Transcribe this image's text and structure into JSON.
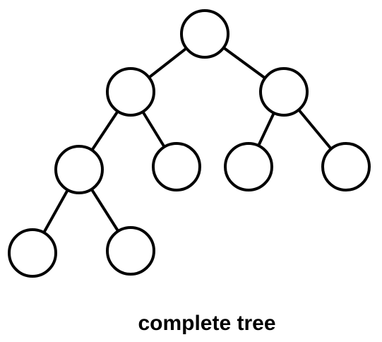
{
  "caption": "complete tree",
  "colors": {
    "stroke": "#000000",
    "node_fill": "#ffffff",
    "background": "#ffffff"
  },
  "tree": {
    "nodes": [
      "root",
      "l",
      "r",
      "ll",
      "lr",
      "rl",
      "rr",
      "lll",
      "llr"
    ],
    "edges": [
      [
        "root",
        "l"
      ],
      [
        "root",
        "r"
      ],
      [
        "l",
        "ll"
      ],
      [
        "l",
        "lr"
      ],
      [
        "r",
        "rl"
      ],
      [
        "r",
        "rr"
      ],
      [
        "ll",
        "lll"
      ],
      [
        "ll",
        "llr"
      ]
    ]
  }
}
